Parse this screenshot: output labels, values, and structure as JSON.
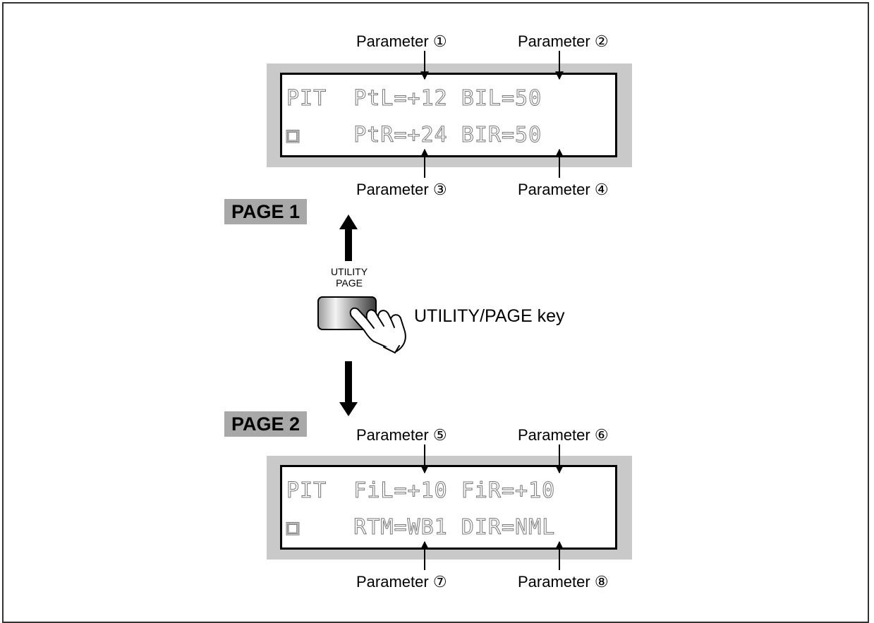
{
  "top_display": {
    "row1": "PIT  PtL=+12 BIL=50",
    "row2": "▣    PtR=+24 BIR=50"
  },
  "bottom_display": {
    "row1": "PIT  FiL=+10 FiR=+10",
    "row2": "▣    RTM=WB1 DIR=NML"
  },
  "labels": {
    "p1": "Parameter ①",
    "p2": "Parameter ②",
    "p3": "Parameter ③",
    "p4": "Parameter ④",
    "p5": "Parameter ⑤",
    "p6": "Parameter ⑥",
    "p7": "Parameter ⑦",
    "p8": "Parameter ⑧"
  },
  "page1": "PAGE 1",
  "page2": "PAGE 2",
  "key_caption_line1": "UTILITY",
  "key_caption_line2": "PAGE",
  "key_name": "UTILITY/PAGE key",
  "colors": {
    "lcd_backdrop": "#c9c9c9",
    "page_badge": "#a8a8a8"
  }
}
